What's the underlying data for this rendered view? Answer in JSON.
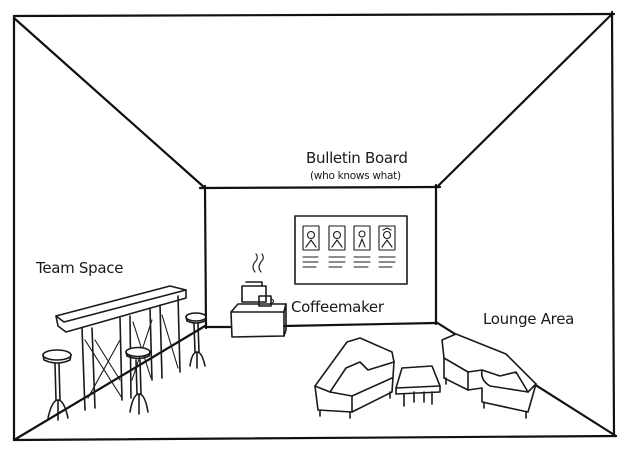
{
  "labels": {
    "bulletin_board": "Bulletin Board",
    "bulletin_board_note": "(who knows what)",
    "team_space": "Team Space",
    "coffeemaker": "Coffeemaker",
    "lounge_area": "Lounge Area"
  },
  "colors": {
    "ink": "#1a1a1a",
    "paper": "#ffffff"
  }
}
